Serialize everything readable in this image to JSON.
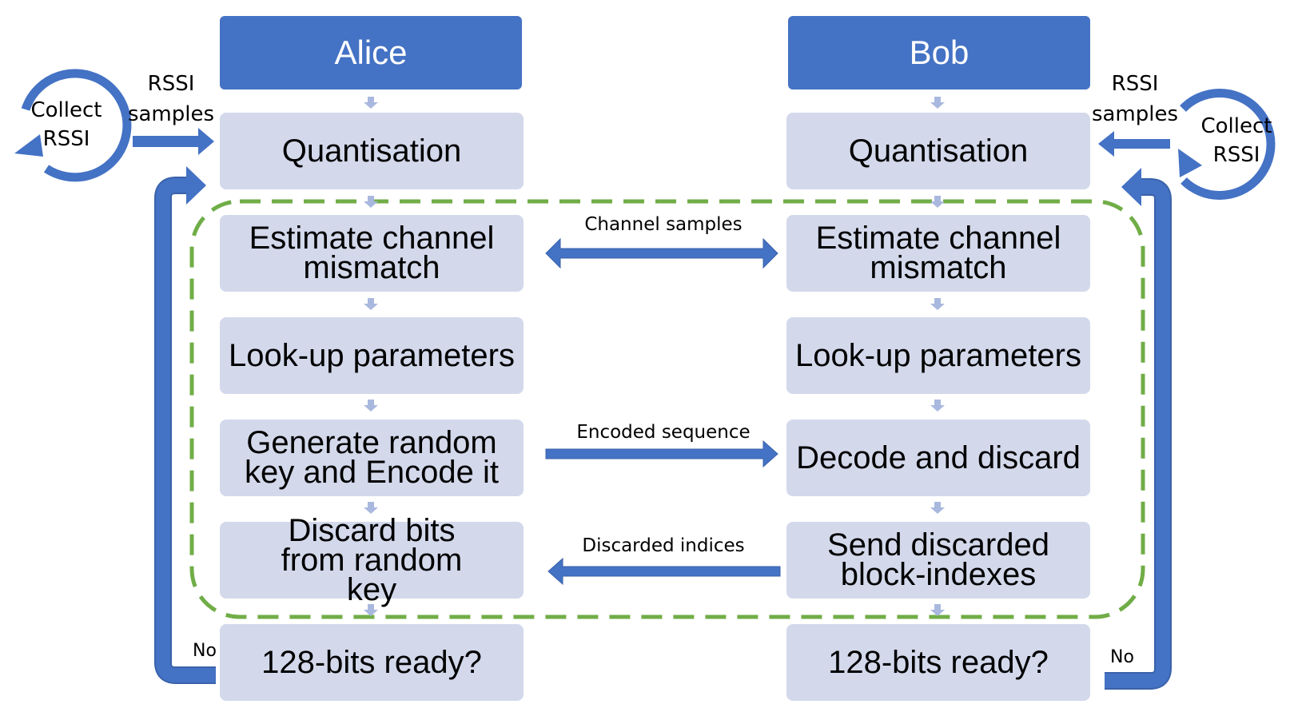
{
  "colors": {
    "header_fill": "#4472c4",
    "box_fill": "#d3d9eb",
    "arrow": "#4472c4",
    "connector": "#a9b8de",
    "dashed_region": "#70ad47"
  },
  "alice": {
    "title": "Alice",
    "steps": [
      "Quantisation",
      "Estimate channel mismatch",
      "Look-up parameters",
      "Generate random key and Encode it",
      "Discard bits from random key",
      "128-bits ready?"
    ],
    "collect": "Collect RSSI",
    "samples": "RSSI samples",
    "loop_label": "No"
  },
  "bob": {
    "title": "Bob",
    "steps": [
      "Quantisation",
      "Estimate channel mismatch",
      "Look-up parameters",
      "Decode and discard",
      "Send discarded block-indexes",
      "128-bits ready?"
    ],
    "collect": "Collect RSSI",
    "samples": "RSSI samples",
    "loop_label": "No"
  },
  "messages": {
    "channel_samples": "Channel samples",
    "encoded_sequence": "Encoded sequence",
    "discarded_indices": "Discarded indices"
  }
}
